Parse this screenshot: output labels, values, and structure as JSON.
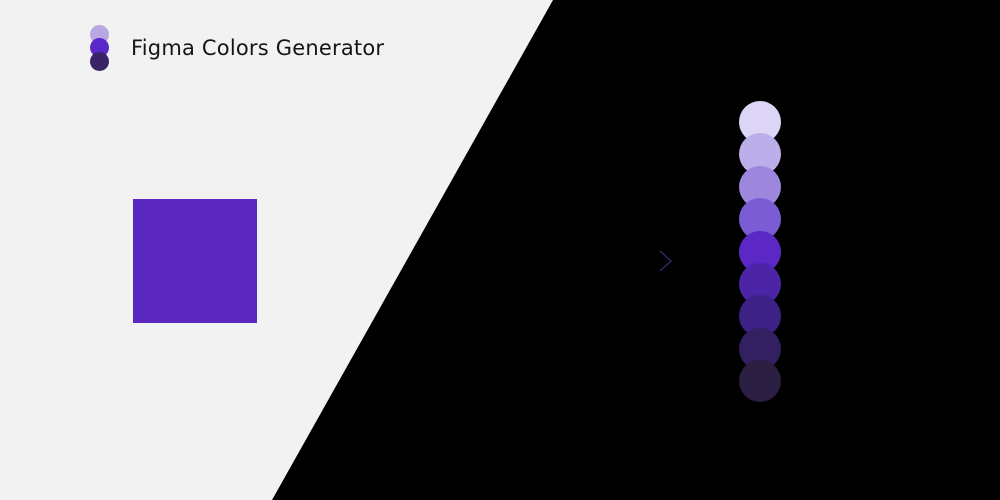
{
  "header": {
    "title": "Figma Colors Generator",
    "logo_dots": [
      {
        "color": "#b8a7e3"
      },
      {
        "color": "#5a28c8"
      },
      {
        "color": "#3a2468"
      }
    ]
  },
  "source": {
    "color": "#5a28c0",
    "icon": "color-square"
  },
  "arrow": {
    "icon": "arrow-right",
    "color_light": "#b0a3dc",
    "color_dark": "#3c2478"
  },
  "background": {
    "light": "#f2f2f2",
    "dark": "#000000"
  },
  "palette": {
    "swatches": [
      {
        "color": "#ddd5f6"
      },
      {
        "color": "#bcaeea"
      },
      {
        "color": "#9c86de"
      },
      {
        "color": "#7b5cd2"
      },
      {
        "color": "#5b28c6"
      },
      {
        "color": "#4c24a6"
      },
      {
        "color": "#3d2286"
      },
      {
        "color": "#322060"
      },
      {
        "color": "#2a1e42"
      }
    ]
  }
}
